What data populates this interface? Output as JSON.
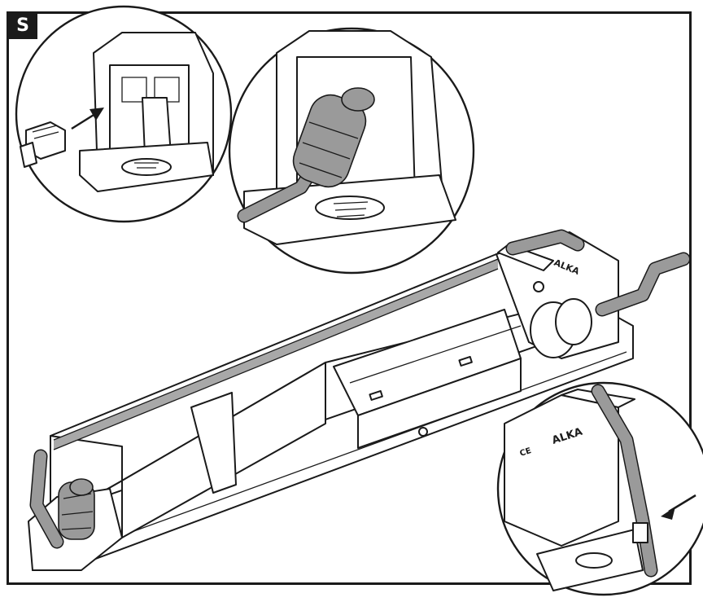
{
  "step": {
    "label": "S"
  },
  "product_markings": {
    "brand_logo": "ALKA",
    "ce_mark": "CE"
  },
  "colors": {
    "line": "#1a1a1a",
    "cable": "#9a9a9a",
    "background": "#ffffff"
  },
  "icons": [
    "arrow-icon",
    "rj45-connector-icon",
    "ferrite-core-icon"
  ]
}
